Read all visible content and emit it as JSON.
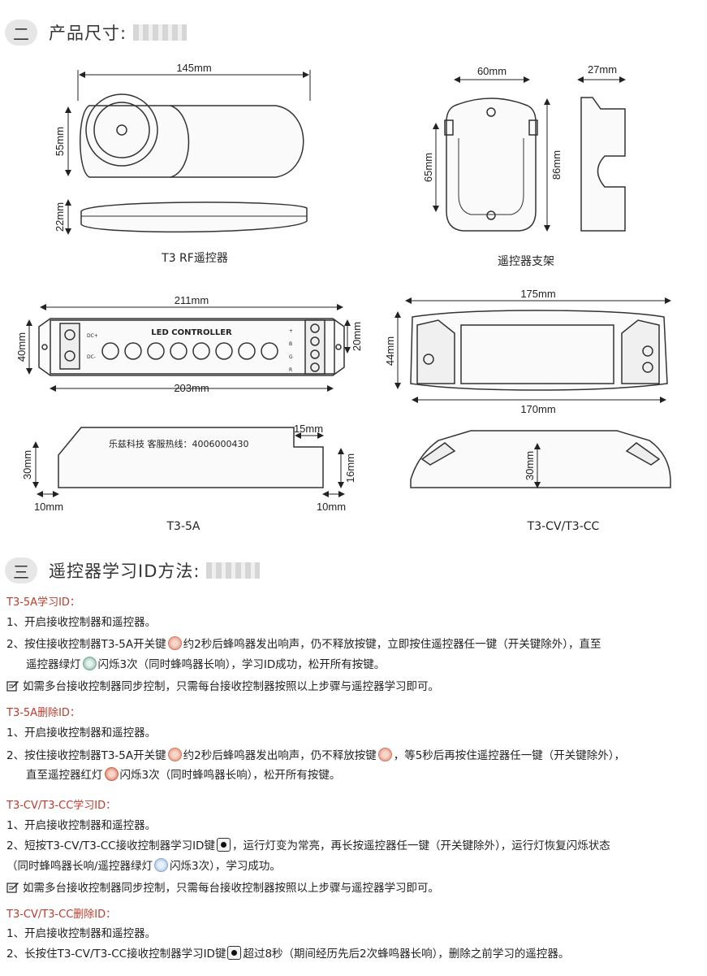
{
  "section2": {
    "num": "二",
    "title": "产品尺寸:"
  },
  "remote": {
    "w": "145mm",
    "h": "55mm",
    "thick": "22mm",
    "caption": "T3 RF遥控器"
  },
  "bracket": {
    "w": "60mm",
    "inner_h": "65mm",
    "h": "86mm",
    "depth": "27mm",
    "caption": "遥控器支架"
  },
  "t35a": {
    "len": "211mm",
    "h": "40mm",
    "term_h": "20mm",
    "inner_len": "203mm",
    "panel_text": "LED  CONTROLLER",
    "term_left": [
      "DC+",
      "DC-"
    ],
    "term_right": [
      "+",
      "B",
      "G",
      "R"
    ],
    "side_text": "乐兹科技 客服热线：4006000430",
    "side_h": "30mm",
    "step_w": "15mm",
    "step_h": "16mm",
    "left_off": "10mm",
    "right_off": "10mm",
    "caption": "T3-5A"
  },
  "t3cv": {
    "len": "175mm",
    "h": "44mm",
    "inner_len": "170mm",
    "side_h": "30mm",
    "caption": "T3-CV/T3-CC"
  },
  "section3": {
    "num": "三",
    "title": "遥控器学习ID方法:"
  },
  "learn5a": {
    "title": "T3-5A学习ID：",
    "s1": "1、开启接收控制器和遥控器。",
    "s2a": "2、按住接收控制器T3-5A开关键",
    "s2b": "约2秒后蜂鸣器发出响声，仍不释放按键，立即按住遥控器任一键（开关键除外），直至",
    "s2c": "遥控器绿灯",
    "s2d": "闪烁3次（同时蜂鸣器长响），学习ID成功，松开所有按键。",
    "note": "如需多台接收控制器同步控制，只需每台接收控制器按照以上步骤与遥控器学习即可。"
  },
  "del5a": {
    "title": "T3-5A删除ID：",
    "s1": "1、开启接收控制器和遥控器。",
    "s2a": "2、按住接收控制器T3-5A开关键",
    "s2b": "约2秒后蜂鸣器发出响声，仍不释放按键",
    "s2c": "，等5秒后再按住遥控器任一键（开关键除外），",
    "s2d": "直至遥控器红灯",
    "s2e": "闪烁3次（同时蜂鸣器长响），松开所有按键。"
  },
  "learncv": {
    "title": "T3-CV/T3-CC学习ID：",
    "s1": "1、开启接收控制器和遥控器。",
    "s2a": "2、短按T3-CV/T3-CC接收控制器学习ID键",
    "s2b": "，运行灯变为常亮，再长按遥控器任一键（开关键除外），运行灯恢复闪烁状态",
    "s2c": "（同时蜂鸣器长响/遥控器绿灯",
    "s2d": "闪烁3次），学习成功。",
    "note": "如需多台接收控制器同步控制，只需每台接收控制器按照以上步骤与遥控器学习即可。"
  },
  "delcv": {
    "title": "T3-CV/T3-CC删除ID：",
    "s1": "1、开启接收控制器和遥控器。",
    "s2a": "2、长按住T3-CV/T3-CC接收控制器学习ID键",
    "s2b": "超过8秒（期间经历先后2次蜂鸣器长响），删除之前学习的遥控器。"
  }
}
